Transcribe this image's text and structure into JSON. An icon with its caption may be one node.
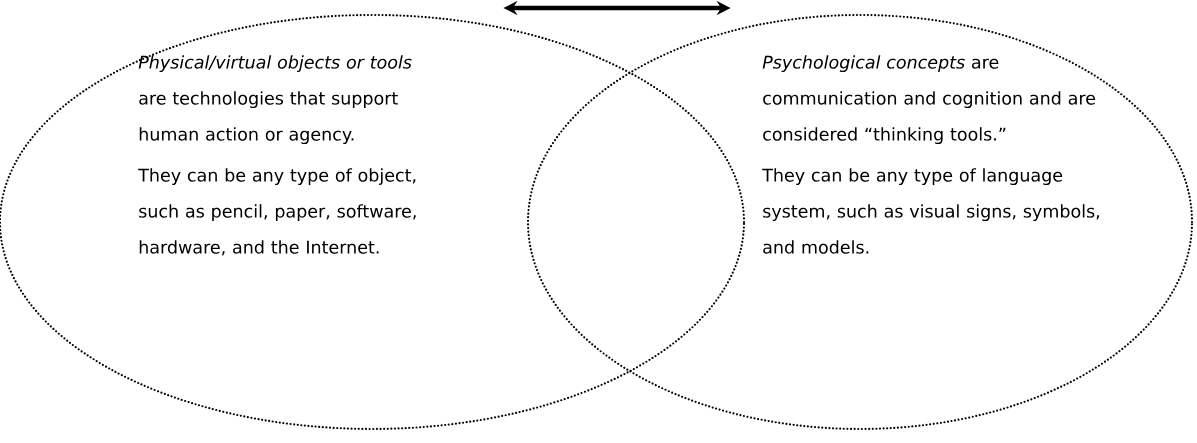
{
  "diagram": {
    "nodes": [
      {
        "text": [
          "*Physical/virtual objects or tools* are technologies that support human action or agency.",
          "They can be any type of object, such as pencil, paper, software, hardware, and the Internet."
        ]
      },
      {
        "text": [
          "*Psychological concepts* are communication and cognition and are considered “thinking tools.”",
          "They can be any type of language system, such as visual signs, symbols, and models."
        ]
      }
    ],
    "edges": [
      {
        "from": 0,
        "to": 1,
        "arrow": "both"
      }
    ]
  }
}
